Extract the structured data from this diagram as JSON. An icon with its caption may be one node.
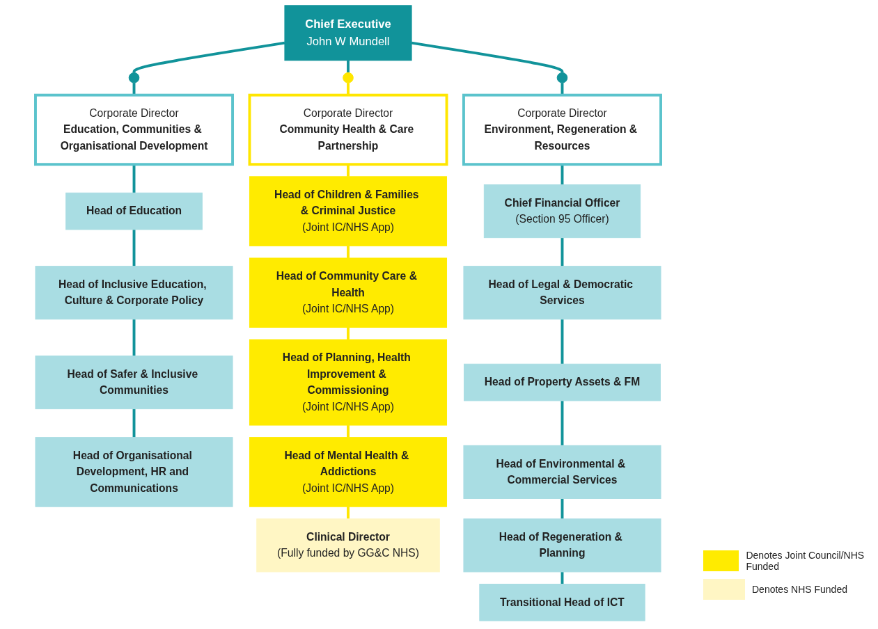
{
  "diagram": {
    "nodes": [
      {
        "text": [
          "Chief Executive",
          "John W Mundell"
        ]
      },
      {
        "text": [],
        "shape": "circle"
      },
      {
        "text": [],
        "shape": "circle"
      },
      {
        "text": [],
        "shape": "circle"
      },
      {
        "text": [
          "Corporate Director",
          "Education, Communities & Organisational Development"
        ]
      },
      {
        "text": [
          "Head of Education"
        ]
      },
      {
        "text": [
          "Head of Inclusive Education, Culture & Corporate Policy"
        ]
      },
      {
        "text": [
          "Head of Safer & Inclusive Communities"
        ]
      },
      {
        "text": [
          "Head of Organisational Development, HR and Communications"
        ]
      },
      {
        "text": [
          "Corporate Director",
          "Community Health & Care Partnership"
        ]
      },
      {
        "text": [
          "Head of Children & Families & Criminal Justice",
          "(Joint IC/NHS App)"
        ]
      },
      {
        "text": [
          "Head of Community Care & Health",
          "(Joint IC/NHS App)"
        ]
      },
      {
        "text": [
          "Head of Planning, Health Improvement & Commissioning",
          "(Joint IC/NHS App)"
        ]
      },
      {
        "text": [
          "Head of Mental Health & Addictions",
          "(Joint IC/NHS App)"
        ]
      },
      {
        "text": [
          "Clinical Director",
          "(Fully funded by GG&C NHS)"
        ]
      },
      {
        "text": [
          "Corporate Director",
          "Environment, Regeneration & Resources"
        ]
      },
      {
        "text": [
          "Chief Financial Officer",
          "(Section 95 Officer)"
        ]
      },
      {
        "text": [
          "Head of Legal & Democratic Services"
        ]
      },
      {
        "text": [
          "Head of Property Assets & FM"
        ]
      },
      {
        "text": [
          "Head of Environmental & Commercial Services"
        ]
      },
      {
        "text": [
          "Head of Regeneration & Planning"
        ]
      },
      {
        "text": [
          "Transitional Head of ICT"
        ]
      }
    ],
    "edges": [
      {
        "from": 0,
        "to": 1,
        "arrow": "none"
      },
      {
        "from": 0,
        "to": 2,
        "arrow": "none"
      },
      {
        "from": 0,
        "to": 3,
        "arrow": "none"
      },
      {
        "from": 1,
        "to": 4,
        "arrow": "none"
      },
      {
        "from": 2,
        "to": 9,
        "arrow": "none",
        "color": "#ffe600"
      },
      {
        "from": 3,
        "to": 15,
        "arrow": "none"
      },
      {
        "from": 4,
        "to": 5,
        "arrow": "none"
      },
      {
        "from": 5,
        "to": 6,
        "arrow": "none"
      },
      {
        "from": 6,
        "to": 7,
        "arrow": "none"
      },
      {
        "from": 7,
        "to": 8,
        "arrow": "none"
      },
      {
        "from": 9,
        "to": 10,
        "arrow": "none",
        "color": "#ffe600"
      },
      {
        "from": 10,
        "to": 11,
        "arrow": "none",
        "color": "#ffe600"
      },
      {
        "from": 11,
        "to": 12,
        "arrow": "none",
        "color": "#ffe600"
      },
      {
        "from": 12,
        "to": 13,
        "arrow": "none",
        "color": "#ffe600"
      },
      {
        "from": 13,
        "to": 14,
        "arrow": "none",
        "color": "#ffe600"
      },
      {
        "from": 15,
        "to": 16,
        "arrow": "none"
      },
      {
        "from": 16,
        "to": 17,
        "arrow": "none"
      },
      {
        "from": 17,
        "to": 18,
        "arrow": "none"
      },
      {
        "from": 18,
        "to": 19,
        "arrow": "none"
      },
      {
        "from": 19,
        "to": 20,
        "arrow": "none"
      },
      {
        "from": 20,
        "to": 21,
        "arrow": "none"
      }
    ],
    "legend": [
      {
        "text": "Denotes Joint Council/NHS Funded",
        "color": "#ffeb00"
      },
      {
        "text": "Denotes NHS Funded",
        "color": "#fff6c4"
      }
    ]
  }
}
